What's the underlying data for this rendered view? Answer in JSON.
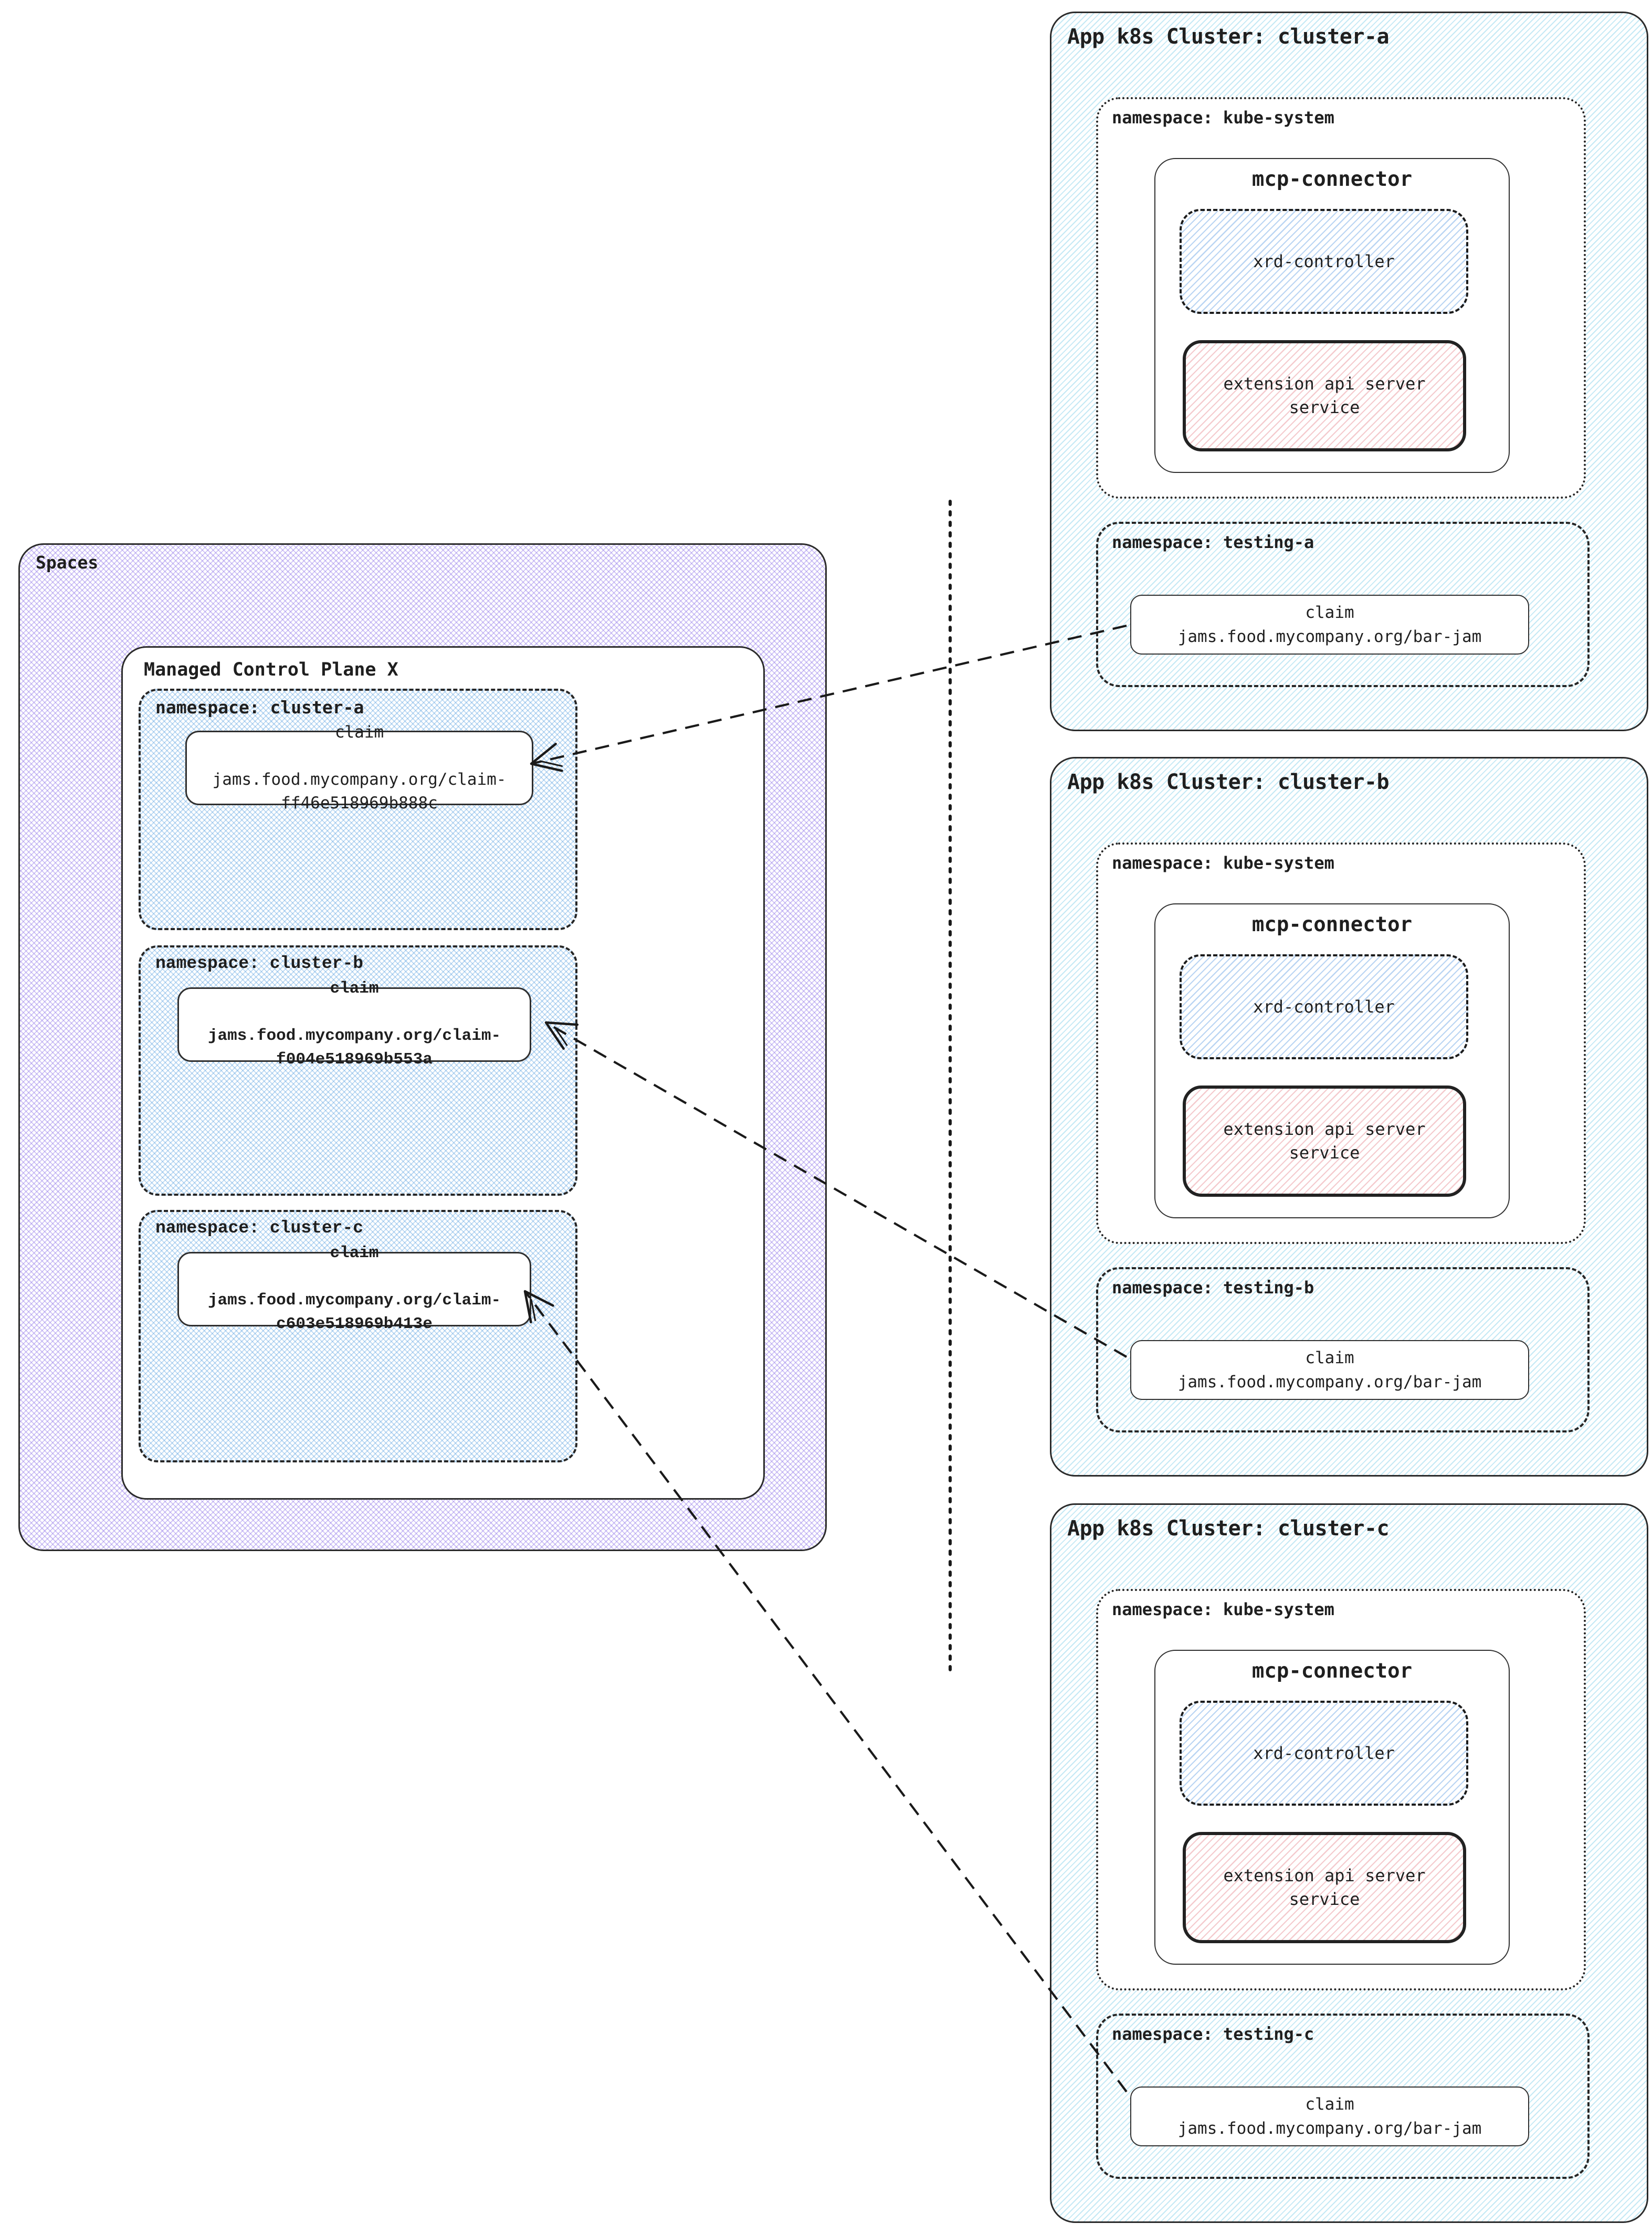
{
  "spaces": {
    "title": "Spaces",
    "mcp_title": "Managed Control Plane X",
    "namespaces": [
      {
        "label": "namespace: cluster-a",
        "claim_title": "claim",
        "claim_name": "jams.food.mycompany.org/claim-\nff46e518969b888c"
      },
      {
        "label": "namespace: cluster-b",
        "claim_title": "claim",
        "claim_name": "jams.food.mycompany.org/claim-\nf004e518969b553a"
      },
      {
        "label": "namespace: cluster-c",
        "claim_title": "claim",
        "claim_name": "jams.food.mycompany.org/claim-\nc603e518969b413e"
      }
    ]
  },
  "clusters": [
    {
      "title": "App k8s Cluster: cluster-a",
      "kube_system_label": "namespace: kube-system",
      "connector_title": "mcp-connector",
      "controller_label": "xrd-controller",
      "service_label": "extension api server\nservice",
      "testing_label": "namespace: testing-a",
      "claim_title": "claim",
      "claim_name": "jams.food.mycompany.org/bar-jam"
    },
    {
      "title": "App k8s Cluster: cluster-b",
      "kube_system_label": "namespace: kube-system",
      "connector_title": "mcp-connector",
      "controller_label": "xrd-controller",
      "service_label": "extension api server\nservice",
      "testing_label": "namespace: testing-b",
      "claim_title": "claim",
      "claim_name": "jams.food.mycompany.org/bar-jam"
    },
    {
      "title": "App k8s Cluster: cluster-c",
      "kube_system_label": "namespace: kube-system",
      "connector_title": "mcp-connector",
      "controller_label": "xrd-controller",
      "service_label": "extension api server\nservice",
      "testing_label": "namespace: testing-c",
      "claim_title": "claim",
      "claim_name": "jams.food.mycompany.org/bar-jam"
    }
  ],
  "connections": [
    {
      "from": "cluster-a testing claim jams.food.mycompany.org/bar-jam",
      "to": "Managed Control Plane X claim-ff46e518969b888c",
      "style": "dashed open arrow"
    },
    {
      "from": "cluster-b testing claim jams.food.mycompany.org/bar-jam",
      "to": "Managed Control Plane X claim-f004e518969b553a",
      "style": "dashed open arrow"
    },
    {
      "from": "cluster-c testing claim jams.food.mycompany.org/bar-jam",
      "to": "Managed Control Plane X claim-c603e518969b413e",
      "style": "dashed open arrow"
    }
  ],
  "annotations": {
    "divider": "vertical dotted separator line between Spaces panel and clusters"
  },
  "colors": {
    "ink": "#1f1f1f",
    "purple_hatch": "#8a6ee766",
    "blue_hatch": "#4a97dd5c",
    "cyan_hatch": "#36b3dc4a",
    "xrd_hatch": "#4a90e061",
    "pink_hatch": "#e3717a5e"
  }
}
